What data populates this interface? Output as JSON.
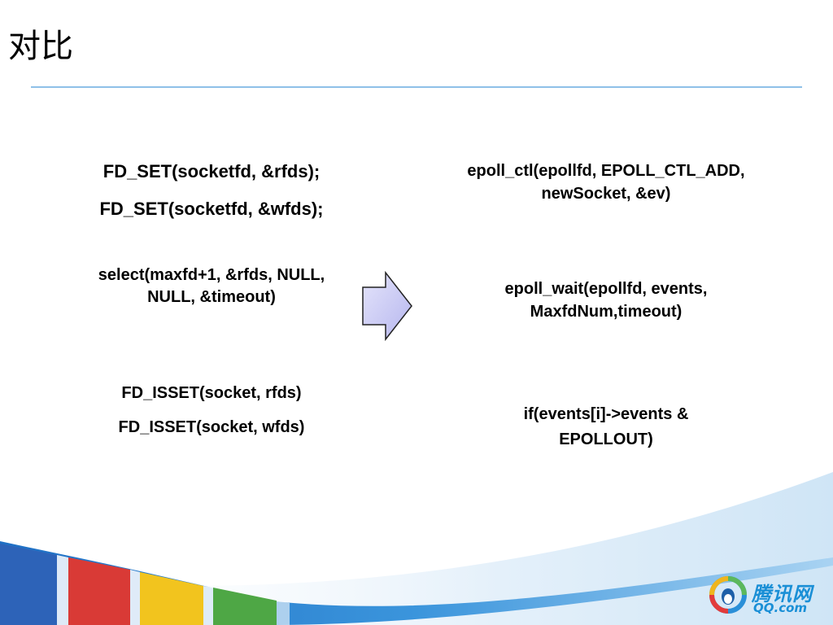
{
  "slide": {
    "title": "对比",
    "left": {
      "fd_set": [
        "FD_SET(socketfd, &rfds);",
        "FD_SET(socketfd, &wfds);"
      ],
      "select": [
        "select(maxfd+1, &rfds, NULL,",
        "NULL, &timeout)"
      ],
      "fd_isset": [
        "FD_ISSET(socket, rfds)",
        "FD_ISSET(socket, wfds)"
      ]
    },
    "right": {
      "epoll_ctl": [
        "epoll_ctl(epollfd, EPOLL_CTL_ADD,",
        "newSocket, &ev)"
      ],
      "epoll_wait": [
        "epoll_wait(epollfd, events,",
        "MaxfdNum,timeout)"
      ],
      "events_check": [
        "if(events[i]->events &",
        "EPOLLOUT)"
      ]
    },
    "arrow_fill": "#c8c8f4",
    "rule_color": "#8fc0e8"
  },
  "logo": {
    "brand": "腾讯网",
    "domain": "QQ.com"
  }
}
